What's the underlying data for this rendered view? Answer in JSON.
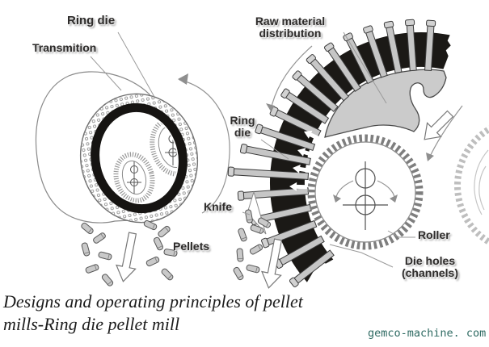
{
  "labels": {
    "ring_die_left": "Ring die",
    "transmission": "Transmition",
    "raw_material_line1": "Raw material",
    "raw_material_line2": "distribution",
    "ring_die_right_line1": "Ring",
    "ring_die_right_line2": "die",
    "knife": "Knife",
    "pellets": "Pellets",
    "roller": "Roller",
    "die_holes_line1": "Die holes",
    "die_holes_line2": "(channels)"
  },
  "caption": {
    "line1": "Designs and operating principles of pellet",
    "line2": "mills-Ring die pellet mill"
  },
  "watermark": {
    "text": "gemco-machine. com"
  },
  "colors": {
    "die_band": "#1b1916",
    "metal_fill": "#cacaca",
    "watermark": "#2e6a62"
  }
}
